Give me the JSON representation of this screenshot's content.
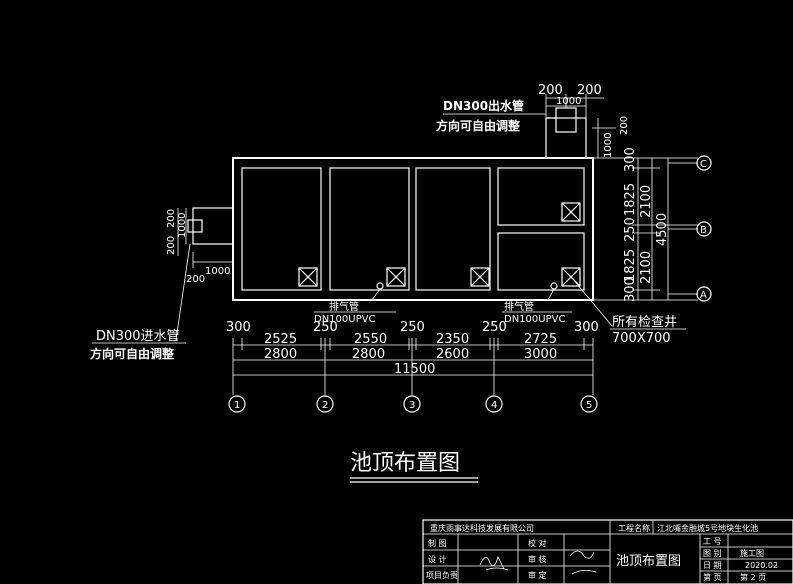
{
  "outlet_note": {
    "line1": "DN300出水管",
    "line2": "方向可自由调整"
  },
  "inlet_note": {
    "line1": "DN300进水管",
    "line2": "方向可自由调整"
  },
  "outlet_dims": {
    "d1": "200",
    "d2": "200",
    "d3": "1000",
    "d4": "1000",
    "d5": "200"
  },
  "inlet_dims": {
    "d1": "200",
    "d2": "200",
    "d3": "1000",
    "d4": "1000",
    "d5": "200"
  },
  "right_dims": {
    "a": "300",
    "b": "1825",
    "c": "250",
    "d": "1825",
    "e": "300",
    "f": "2100",
    "g": "2100",
    "h": "4500"
  },
  "vent_labels": [
    {
      "line1": "排气管",
      "line2": "DN100UPVC"
    },
    {
      "line1": "排气管",
      "line2": "DN100UPVC"
    }
  ],
  "manhole_note": {
    "line1": "所有检查井",
    "line2": "700X700"
  },
  "bottom_dims": {
    "row1": [
      "300",
      "2525",
      "250",
      "2550",
      "250",
      "2350",
      "250",
      "2725",
      "300"
    ],
    "row2": [
      "2800",
      "2800",
      "2600",
      "3000"
    ],
    "total": "11500"
  },
  "grid_axes_x": [
    "1",
    "2",
    "3",
    "4",
    "5"
  ],
  "grid_axes_y": [
    "C",
    "B",
    "A"
  ],
  "drawing_title": "池顶布置图",
  "title_block": {
    "company": "重庆雨事达科技发展有限公司",
    "project_label": "工程名称",
    "project_name": "江北嘴金融城5号地块生化池",
    "rows": [
      {
        "label": "制 图",
        "label2": "校 对"
      },
      {
        "label": "设 计",
        "label2": "审 核"
      },
      {
        "label": "项目负责",
        "label2": "审 定"
      }
    ],
    "sheet_title": "池顶布置图",
    "info": [
      {
        "k": "工 号",
        "v": ""
      },
      {
        "k": "图 别",
        "v": "施工图"
      },
      {
        "k": "日 期",
        "v": "2020.02"
      },
      {
        "k": "第 页",
        "v": "第 2 页"
      }
    ]
  }
}
